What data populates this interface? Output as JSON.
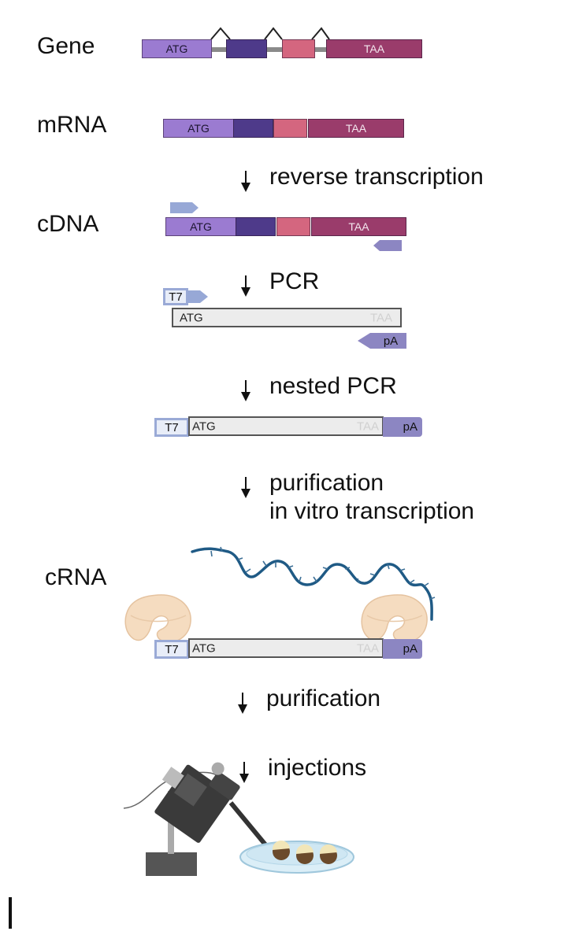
{
  "rows": {
    "gene": "Gene",
    "mrna": "mRNA",
    "cdna": "cDNA",
    "crna": "cRNA"
  },
  "exons": {
    "start_codon": "ATG",
    "stop_codon": "TAA"
  },
  "tags": {
    "promoter": "T7",
    "polya": "pA"
  },
  "steps": [
    {
      "label": "reverse transcription"
    },
    {
      "label": "PCR"
    },
    {
      "label": "nested PCR"
    },
    {
      "label": "purification",
      "label2": "in vitro transcription"
    },
    {
      "label": "purification"
    },
    {
      "label": "injections"
    }
  ],
  "colors": {
    "exon1": "#9b7bd1",
    "exon2": "#4e3a8a",
    "exon3": "#d4667f",
    "exon4": "#9a3c6b",
    "primer": "#97a8d6",
    "polya": "#8c86c2",
    "rna_strand": "#1f5a85",
    "polymerase": "#f5dcc0"
  }
}
